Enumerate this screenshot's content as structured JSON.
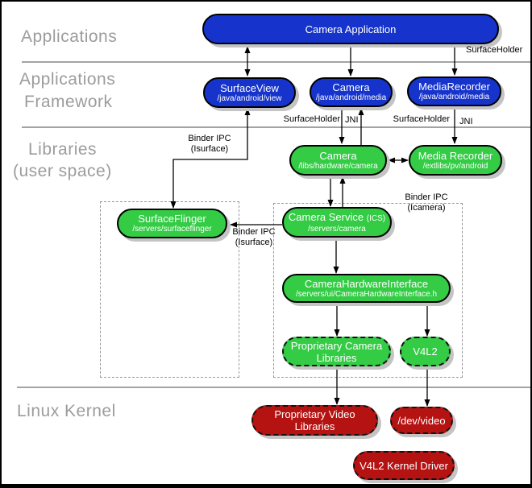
{
  "colors": {
    "app_blue": "#1634cb",
    "lib_green": "#33cc44",
    "kernel_red": "#b51212",
    "shadow_gray": "#c4c4c4",
    "layer_label_gray": "#9c9c9c",
    "divider_gray": "#a3a3a3",
    "group_dash_gray": "#999999",
    "connector_black": "#000000"
  },
  "layers": {
    "applications": {
      "label": "Applications"
    },
    "framework": {
      "line1": "Applications",
      "line2": "Framework"
    },
    "libraries": {
      "line1": "Libraries",
      "line2": "(user space)"
    },
    "kernel": {
      "label": "Linux Kernel"
    }
  },
  "nodes": {
    "camera_application": {
      "title": "Camera Application"
    },
    "surface_view": {
      "title": "SurfaceView",
      "subtitle": "/java/android/view"
    },
    "camera_java": {
      "title": "Camera",
      "subtitle": "/java/android/media"
    },
    "media_recorder_java": {
      "title": "MediaRecorder",
      "subtitle": "/java/android/media"
    },
    "camera_lib": {
      "title": "Camera",
      "subtitle": "/libs/hardware/camera"
    },
    "media_recorder_lib": {
      "title": "Media Recorder",
      "subtitle": "/extlibs/pv/android"
    },
    "surface_flinger": {
      "title": "SurfaceFlinger",
      "subtitle": "/servers/surfaceflinger"
    },
    "camera_service": {
      "title": "Camera Service",
      "title_suffix": "(ICS)",
      "subtitle": "/servers/camera"
    },
    "camera_hardware_interface": {
      "title": "CameraHardwareInterface",
      "subtitle": "/servers/ui/CameraHardwareInterface.h"
    },
    "proprietary_camera_libraries": {
      "title": "Proprietary Camera Libraries"
    },
    "v4l2": {
      "title": "V4L2"
    },
    "proprietary_video_libraries": {
      "title": "Proprietary Video Libraries"
    },
    "dev_video": {
      "title": "/dev/video"
    },
    "v4l2_kernel_driver": {
      "title": "V4L2 Kernel Driver"
    }
  },
  "edge_labels": {
    "surfaceholder_app_recorder": "SurfaceHolder",
    "surfaceholder_camera": "SurfaceHolder",
    "jni_camera": "JNI",
    "surfaceholder_recorder": "SurfaceHolder",
    "jni_recorder": "JNI",
    "binder_isurface_view": {
      "line1": "Binder IPC",
      "line2": "(Isurface)"
    },
    "binder_icamera": {
      "line1": "Binder IPC",
      "line2": "(Icamera)"
    },
    "binder_isurface_service": {
      "line1": "Binder IPC",
      "line2": "(Isurface)"
    }
  }
}
